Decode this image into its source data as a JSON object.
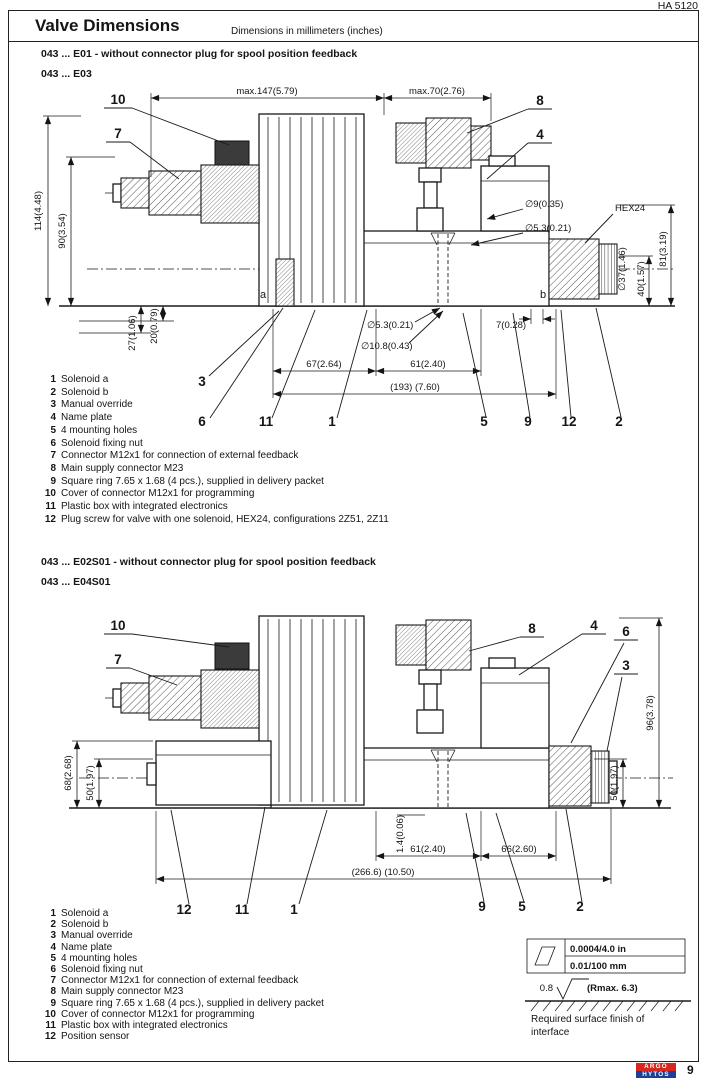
{
  "page": {
    "doc_number": "HA 5120",
    "page_number": "9",
    "title": "Valve Dimensions",
    "subtitle": "Dimensions in millimeters (inches)",
    "brand_top": "ARGO",
    "brand_bottom": "HYTOS"
  },
  "section1": {
    "heading1": "043 ... E01 - without connector plug for spool position feedback",
    "heading2": "043 ... E03",
    "dims": {
      "max147": "max.147(5.79)",
      "max70": "max.70(2.76)",
      "d9": "∅9(0.35)",
      "hex24": "HEX24",
      "d53_top": "∅5.3(0.21)",
      "h114": "114(4.48)",
      "h90": "90(3.54)",
      "h81": "81(3.19)",
      "d37": "∅37(1.46)",
      "h40": "40(1.57)",
      "h27": "27(1.06)",
      "h20": "20(0.79)",
      "port_a": "a",
      "port_b": "b",
      "d53_bot": "∅5.3(0.21)",
      "w7": "7(0.28)",
      "d108": "∅10.8(0.43)",
      "w67": "67(2.64)",
      "w61": "61(2.40)",
      "w193": "(193) (7.60)"
    },
    "callouts": {
      "n1": "1",
      "n2": "2",
      "n3": "3",
      "n4": "4",
      "n5": "5",
      "n6": "6",
      "n7": "7",
      "n8": "8",
      "n9": "9",
      "n10": "10",
      "n11": "11",
      "n12": "12"
    },
    "legend": [
      {
        "num": "1",
        "text": "Solenoid a"
      },
      {
        "num": "2",
        "text": "Solenoid b"
      },
      {
        "num": "3",
        "text": "Manual override"
      },
      {
        "num": "4",
        "text": "Name plate"
      },
      {
        "num": "5",
        "text": "4 mounting holes"
      },
      {
        "num": "6",
        "text": "Solenoid fixing nut"
      },
      {
        "num": "7",
        "text": "Connector M12x1 for connection of external feedback"
      },
      {
        "num": "8",
        "text": "Main supply connector M23"
      },
      {
        "num": "9",
        "text": "Square ring 7.65 x 1.68 (4 pcs.), supplied in delivery packet"
      },
      {
        "num": "10",
        "text": "Cover of connector M12x1 for programming"
      },
      {
        "num": "11",
        "text": "Plastic box with integrated electronics"
      },
      {
        "num": "12",
        "text": "Plug screw for valve with one solenoid, HEX24, configurations 2Z51, 2Z11"
      }
    ]
  },
  "section2": {
    "heading1": "043 ... E02S01 - without connector plug for spool position feedback",
    "heading2": "043 ... E04S01",
    "dims": {
      "h96": "96(3.78)",
      "h68": "68(2.68)",
      "h50_left": "50(1.97)",
      "h50_right": "50(1.97)",
      "h14": "1.4(0.06)",
      "w61": "61(2.40)",
      "w66": "66(2.60)",
      "w2666": "(266.6) (10.50)"
    },
    "callouts": {
      "n1": "1",
      "n2": "2",
      "n3": "3",
      "n4": "4",
      "n5": "5",
      "n6": "6",
      "n7": "7",
      "n8": "8",
      "n9": "9",
      "n10": "10",
      "n11": "11",
      "n12": "12"
    },
    "legend": [
      {
        "num": "1",
        "text": "Solenoid a"
      },
      {
        "num": "2",
        "text": "Solenoid b"
      },
      {
        "num": "3",
        "text": "Manual override"
      },
      {
        "num": "4",
        "text": "Name plate"
      },
      {
        "num": "5",
        "text": "4 mounting holes"
      },
      {
        "num": "6",
        "text": "Solenoid fixing nut"
      },
      {
        "num": "7",
        "text": "Connector M12x1 for connection of external feedback"
      },
      {
        "num": "8",
        "text": "Main supply connector M23"
      },
      {
        "num": "9",
        "text": "Square ring 7.65 x 1.68 (4 pcs.), supplied in delivery packet"
      },
      {
        "num": "10",
        "text": "Cover of connector M12x1 for programming"
      },
      {
        "num": "11",
        "text": "Plastic box with integrated electronics"
      },
      {
        "num": "12",
        "text": "Position sensor"
      }
    ]
  },
  "surface_finish": {
    "spec_in": "0.0004/4.0 in",
    "spec_mm": "0.01/100 mm",
    "roughness": "0.8",
    "rmax": "(Rmax. 6.3)",
    "caption_line1": "Required surface finish of",
    "caption_line2": "interface"
  }
}
